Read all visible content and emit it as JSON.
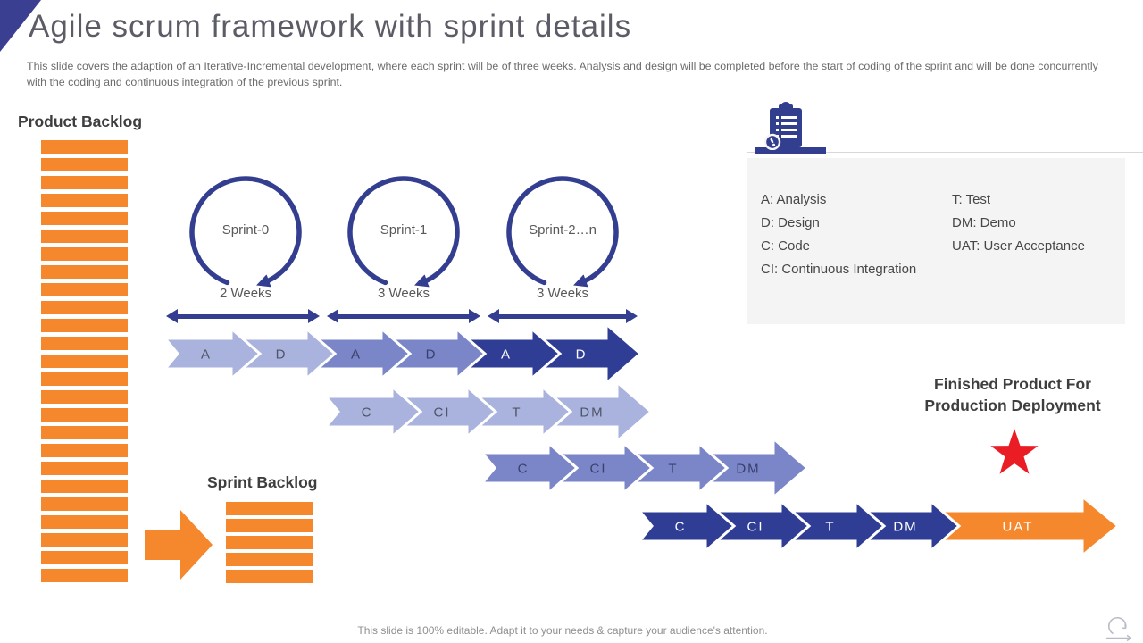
{
  "slide": {
    "title": "Agile scrum framework with sprint details",
    "subtitle": "This slide covers the adaption of an Iterative-Incremental development, where each sprint will be of three weeks. Analysis and design will be completed before the start of coding of the sprint and will be done concurrently with the coding and continuous integration of the previous sprint.",
    "footer": "This slide is 100% editable. Adapt it to your needs & capture your audience's attention."
  },
  "colors": {
    "accent_blue": "#333e90",
    "arrow_light": "#a9b3dd",
    "arrow_medium": "#7a86c8",
    "arrow_dark": "#2f3d94",
    "orange": "#f5882c",
    "star_red": "#ea1d25"
  },
  "product_backlog": {
    "label": "Product Backlog",
    "bar_count": 25
  },
  "sprint_backlog": {
    "label": "Sprint Backlog",
    "bar_count": 5
  },
  "sprints": [
    {
      "name": "Sprint-0",
      "duration": "2 Weeks"
    },
    {
      "name": "Sprint-1",
      "duration": "3 Weeks"
    },
    {
      "name": "Sprint-2…n",
      "duration": "3 Weeks"
    }
  ],
  "phase_rows": [
    {
      "arrows": [
        {
          "label": "A",
          "tone": "light"
        },
        {
          "label": "D",
          "tone": "light"
        },
        {
          "label": "A",
          "tone": "medium"
        },
        {
          "label": "D",
          "tone": "medium"
        },
        {
          "label": "A",
          "tone": "dark"
        },
        {
          "label": "D",
          "tone": "dark",
          "variant": "end"
        }
      ]
    },
    {
      "arrows": [
        {
          "label": "C",
          "tone": "light"
        },
        {
          "label": "CI",
          "tone": "light"
        },
        {
          "label": "T",
          "tone": "light"
        },
        {
          "label": "DM",
          "tone": "light",
          "variant": "end"
        }
      ]
    },
    {
      "arrows": [
        {
          "label": "C",
          "tone": "medium"
        },
        {
          "label": "CI",
          "tone": "medium"
        },
        {
          "label": "T",
          "tone": "medium"
        },
        {
          "label": "DM",
          "tone": "medium",
          "variant": "end"
        }
      ]
    },
    {
      "arrows": [
        {
          "label": "C",
          "tone": "dark"
        },
        {
          "label": "CI",
          "tone": "dark"
        },
        {
          "label": "T",
          "tone": "dark"
        },
        {
          "label": "DM",
          "tone": "dark"
        },
        {
          "label": "UAT",
          "tone": "orange",
          "variant": "uat"
        }
      ]
    }
  ],
  "legend": {
    "column1": [
      "A: Analysis",
      "D: Design",
      "C: Code",
      "CI: Continuous Integration"
    ],
    "column2": [
      "T: Test",
      "DM: Demo",
      "UAT: User Acceptance"
    ]
  },
  "finished_product": {
    "line1": "Finished Product For",
    "line2": "Production Deployment"
  }
}
